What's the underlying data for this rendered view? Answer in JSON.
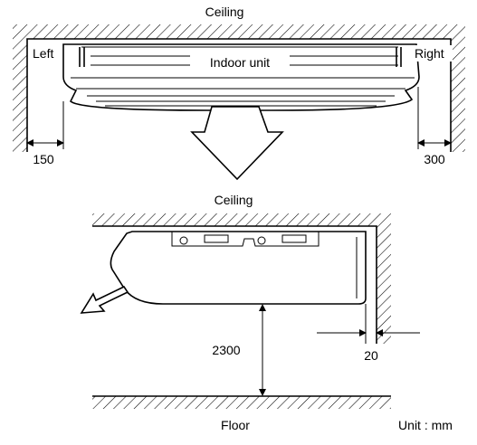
{
  "labels": {
    "ceiling_top": "Ceiling",
    "left": "Left",
    "right": "Right",
    "indoor_unit": "Indoor unit",
    "ceiling_bottom": "Ceiling",
    "floor": "Floor",
    "unit_note": "Unit : mm"
  },
  "dimensions": {
    "left_clearance": "150",
    "right_clearance": "300",
    "height_from_floor": "2300",
    "side_gap": "20"
  }
}
